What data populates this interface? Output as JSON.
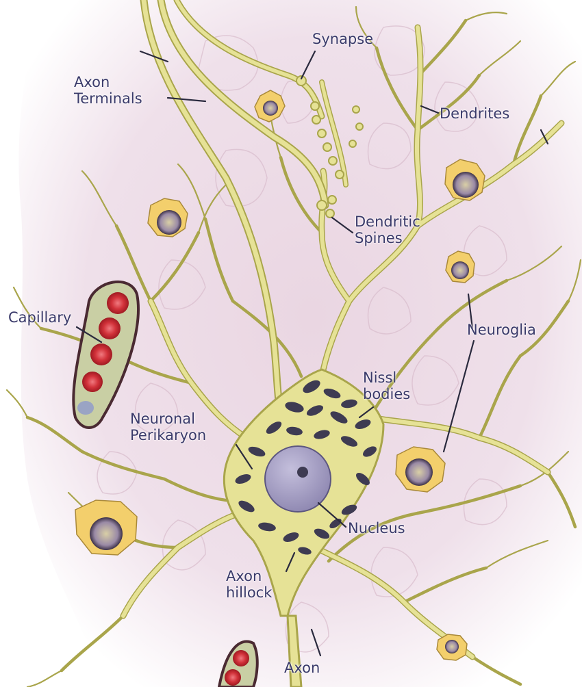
{
  "labels": {
    "synapse": "Synapse",
    "axon_terminals": [
      "Axon",
      "Terminals"
    ],
    "dendrites": "Dendrites",
    "dendritic_spines": [
      "Dendritic",
      "Spines"
    ],
    "capillary": "Capillary",
    "neuroglia": "Neuroglia",
    "nissl_bodies": [
      "Nissl",
      "bodies"
    ],
    "neuronal_perikaryon": [
      "Neuronal",
      "Perikaryon"
    ],
    "nucleus": "Nucleus",
    "axon_hillock": [
      "Axon",
      "hillock"
    ],
    "axon": "Axon"
  },
  "colors": {
    "neuron": "#e3df8f",
    "neuron_outline": "#a8a44a",
    "nissl": "#3e3b52",
    "nucleus": "#a39dc2",
    "tissue": "#ecdce6",
    "glia_body": "#f3cf6c",
    "red_cell": "#c6232b",
    "label_text": "#3a3a6a"
  }
}
